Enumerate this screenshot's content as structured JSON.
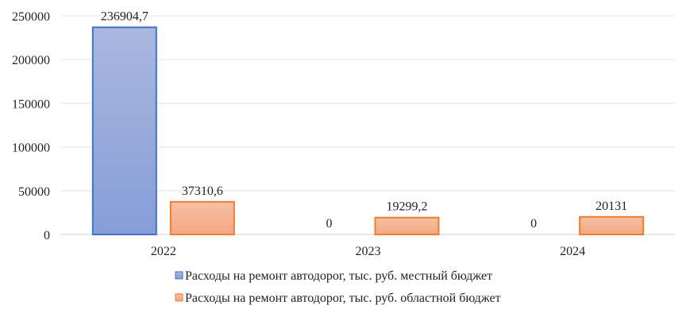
{
  "chart_data": {
    "type": "bar",
    "title": "",
    "xlabel": "",
    "ylabel": "",
    "categories": [
      "2022",
      "2023",
      "2024"
    ],
    "ylim": [
      0,
      250000
    ],
    "yticks": [
      0,
      50000,
      100000,
      150000,
      200000,
      250000
    ],
    "grid": true,
    "legend_position": "bottom",
    "series": [
      {
        "name": "Расходы на ремонт автодорог, тыс. руб. местный бюджет",
        "values": [
          236904.7,
          0,
          0
        ],
        "labels": [
          "236904,7",
          "0",
          "0"
        ],
        "color": "#8FA3D8",
        "border": "#4472C4"
      },
      {
        "name": "Расходы на ремонт автодорог, тыс. руб. областной бюджет",
        "values": [
          37310.6,
          19299.2,
          20131
        ],
        "labels": [
          "37310,6",
          "19299,2",
          "20131"
        ],
        "color": "#F5AE8A",
        "border": "#ED7D31"
      }
    ]
  }
}
